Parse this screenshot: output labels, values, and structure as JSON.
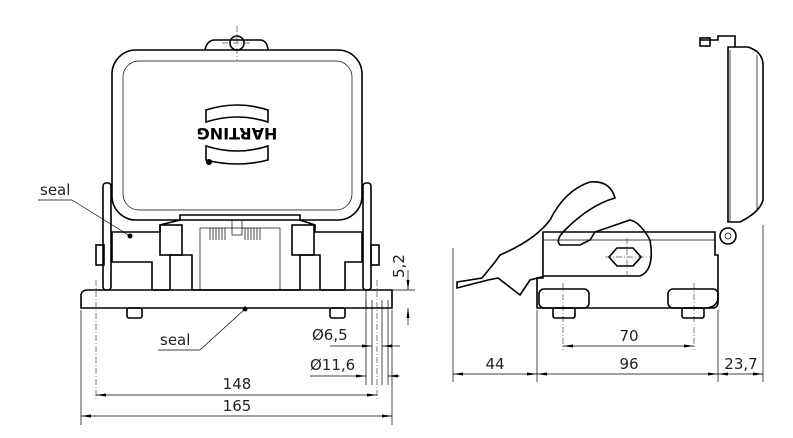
{
  "logo_text": "HARTING",
  "front_view": {
    "seal_label_top": "seal",
    "seal_label_bottom": "seal",
    "dim_height": "5,2",
    "dim_hole_small": "Ø6,5",
    "dim_hole_large": "Ø11,6",
    "dim_hole_spacing": "148",
    "dim_overall_width": "165"
  },
  "side_view": {
    "dim_lever": "44",
    "dim_hole_spacing": "70",
    "dim_base_length": "96",
    "dim_cover": "23,7"
  }
}
